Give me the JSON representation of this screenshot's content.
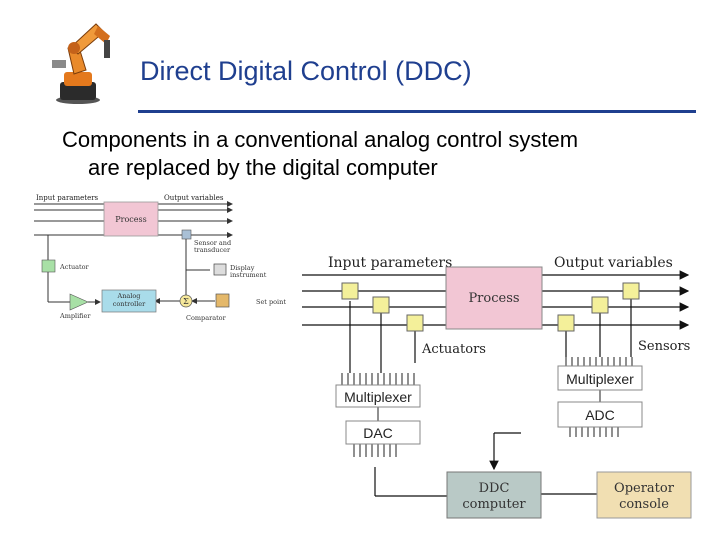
{
  "slide": {
    "title": "Direct Digital Control (DDC)",
    "body_line1": "Components in a conventional analog control system",
    "body_line2": "are replaced by the digital computer"
  },
  "analog_diagram": {
    "input_parameters": "Input parameters",
    "output_variables": "Output variables",
    "process": "Process",
    "sensor_line1": "Sensor and",
    "sensor_line2": "transducer",
    "display_line1": "Display",
    "display_line2": "instrument",
    "actuator": "Actuator",
    "analog_line1": "Analog",
    "analog_line2": "controller",
    "summing_symbol": "Σ",
    "set_point": "Set point",
    "amplifier": "Amplifier",
    "comparator": "Comparator"
  },
  "ddc_diagram": {
    "input_parameters": "Input parameters",
    "output_variables": "Output variables",
    "process": "Process",
    "actuators": "Actuators",
    "sensors": "Sensors",
    "multiplexer_left": "Multiplexer",
    "multiplexer_right": "Multiplexer",
    "dac": "DAC",
    "adc": "ADC",
    "ddc_line1": "DDC",
    "ddc_line2": "computer",
    "console_line1": "Operator",
    "console_line2": "console"
  },
  "colors": {
    "title": "#1f3f8f",
    "process_fill": "#f2c6d4",
    "actuator_fill": "#f4f09a",
    "ddc_fill": "#b9c9c6",
    "console_fill": "#f1dfb2",
    "analog_controller_fill": "#a9dcea",
    "small_actuator_fill": "#a8e0a6"
  }
}
